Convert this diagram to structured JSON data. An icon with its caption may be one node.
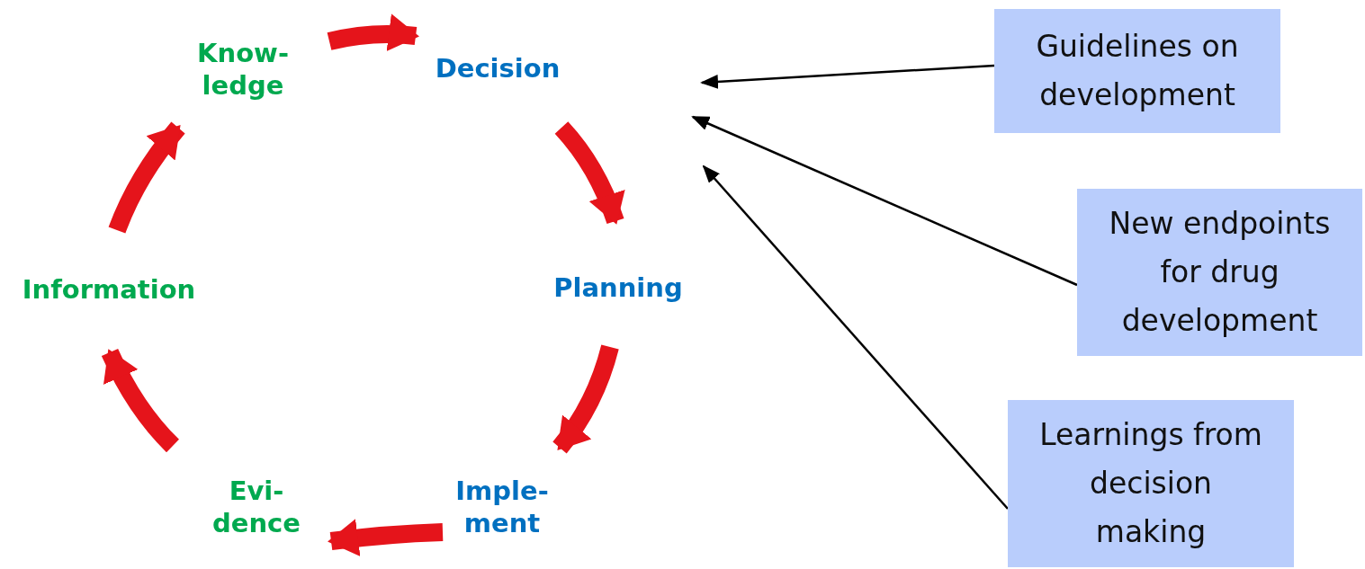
{
  "diagram": {
    "nodes": [
      {
        "text": [
          "Know- ledge"
        ]
      },
      {
        "text": [
          "Decision"
        ]
      },
      {
        "text": [
          "Planning"
        ]
      },
      {
        "text": [
          "Imple- ment"
        ]
      },
      {
        "text": [
          "Evi- dence"
        ]
      },
      {
        "text": [
          "Information"
        ]
      },
      {
        "text": [
          "Guidelines on development"
        ]
      },
      {
        "text": [
          "New endpoints for drug development"
        ]
      },
      {
        "text": [
          "Learnings from decision making"
        ]
      }
    ],
    "edges": [
      {
        "from": 0,
        "to": 1,
        "arrow": "to"
      },
      {
        "from": 1,
        "to": 2,
        "arrow": "to"
      },
      {
        "from": 2,
        "to": 3,
        "arrow": "to"
      },
      {
        "from": 3,
        "to": 4,
        "arrow": "to"
      },
      {
        "from": 4,
        "to": 5,
        "arrow": "to"
      },
      {
        "from": 5,
        "to": 0,
        "arrow": "to"
      },
      {
        "from": 6,
        "to": null,
        "arrow": "to",
        "color": "#000000"
      },
      {
        "from": 7,
        "to": null,
        "arrow": "to",
        "color": "#000000"
      },
      {
        "from": 8,
        "to": null,
        "arrow": "to",
        "color": "#000000"
      }
    ]
  }
}
